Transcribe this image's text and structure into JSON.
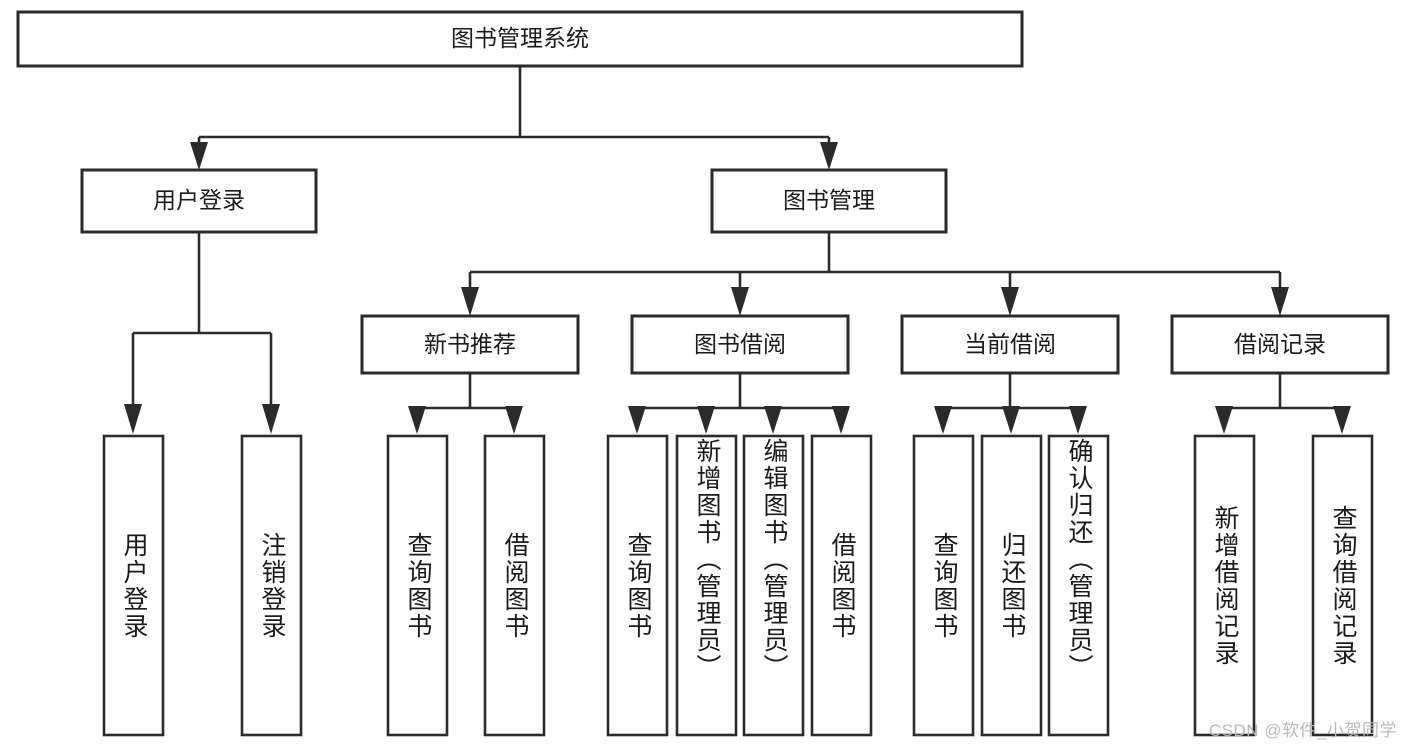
{
  "diagram": {
    "title": "图书管理系统",
    "type": "tree",
    "root": {
      "label": "图书管理系统",
      "level": 1
    },
    "level2": [
      {
        "label": "用户登录"
      },
      {
        "label": "图书管理"
      }
    ],
    "level3": [
      {
        "label": "新书推荐",
        "parent": "图书管理"
      },
      {
        "label": "图书借阅",
        "parent": "图书管理"
      },
      {
        "label": "当前借阅",
        "parent": "图书管理"
      },
      {
        "label": "借阅记录",
        "parent": "图书管理"
      }
    ],
    "leaves": {
      "user_login": [
        {
          "label": "用户登录"
        },
        {
          "label": "注销登录"
        }
      ],
      "new_book_recommend": [
        {
          "label": "查询图书"
        },
        {
          "label": "借阅图书"
        }
      ],
      "book_borrow": [
        {
          "label": "查询图书"
        },
        {
          "label": "新增图书（管理员）"
        },
        {
          "label": "编辑图书（管理员）"
        },
        {
          "label": "借阅图书"
        }
      ],
      "current_borrow": [
        {
          "label": "查询图书"
        },
        {
          "label": "归还图书"
        },
        {
          "label": "确认归还（管理员）"
        }
      ],
      "borrow_record": [
        {
          "label": "新增借阅记录"
        },
        {
          "label": "查询借阅记录"
        }
      ]
    },
    "watermark": "CSDN @软件_小贺同学",
    "colors": {
      "stroke": "#2b2b2b",
      "fill": "#ffffff",
      "text": "#1b1b1b",
      "watermark": "#b9b9b9"
    }
  }
}
